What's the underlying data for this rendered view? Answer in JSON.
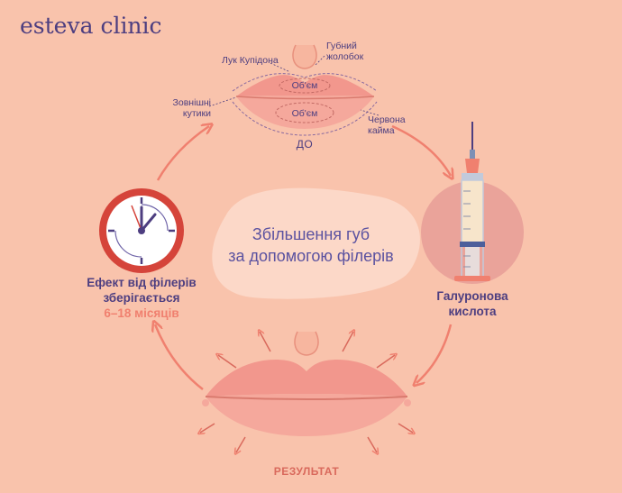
{
  "brand": "esteva clinic",
  "title_line1": "Збільшення губ",
  "title_line2": "за допомогою філерів",
  "before": {
    "caption": "ДО",
    "labels": {
      "cupid": "Лук Купідона",
      "philtrum": "Губний жолобок",
      "corners": "Зовнішні кутики",
      "vermilion": "Червона кайма",
      "volume_upper": "Об'єм",
      "volume_lower": "Об'єм"
    }
  },
  "hyaluronic": {
    "line1": "Галуронова",
    "line2": "кислота"
  },
  "effect": {
    "line1": "Ефект від філерів",
    "line2": "зберігається",
    "duration": "6–18 місяців"
  },
  "result": {
    "caption": "РЕЗУЛЬТАТ"
  },
  "colors": {
    "background": "#f9c3ac",
    "brand": "#4d3e80",
    "accent": "#f0806f",
    "lip": "#f2978d",
    "blob": "#fcd8c8"
  }
}
